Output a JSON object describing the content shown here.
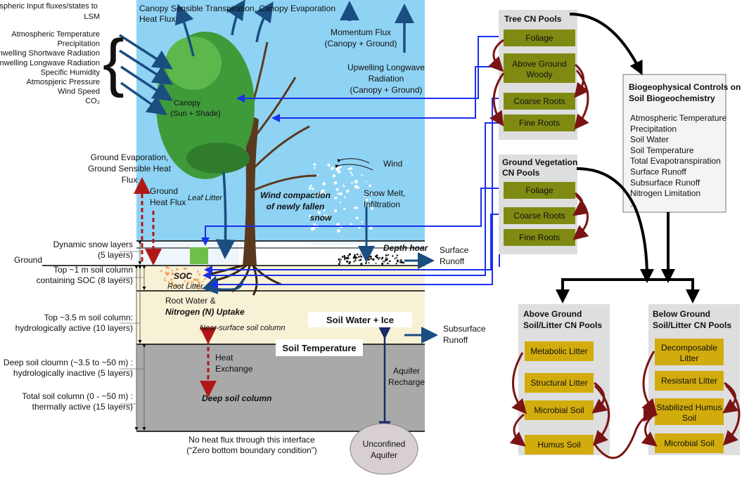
{
  "left": {
    "input_title": [
      "Atmospheric Input fluxes/states to",
      "LSM"
    ],
    "inputs": [
      "Atmospheric Temperature",
      "Precipitation",
      "Downwelling Shortwave Radiation",
      "Downwelling Longwave Radiation",
      "Specific Humidity",
      "Atmospjeric Pressure",
      "Wind Speed",
      "CO₂"
    ],
    "ground": "Ground",
    "layers": [
      [
        "Dynamic snow layers",
        "(5 layers)"
      ],
      [
        "Top ~1 m soil column",
        "containing SOC (8 layers)"
      ],
      [
        "Top ~3.5 m soil column:",
        "hydrologically active (10 layers)"
      ],
      [
        "Deep soil cloumn (~3.5 to ~50 m) :",
        "hydrologically inactive (5 layers)"
      ],
      [
        "Total soil column (0 - ~50 m) :",
        "thermally active (15 layers)"
      ]
    ],
    "bottom_note": [
      "No heat flux through this interface",
      "(“Zero bottom boundary condition”)"
    ]
  },
  "scene": {
    "canopy_sensible": [
      "Canopy Sensible",
      "Heat Flux"
    ],
    "transpiration": "Transpiration, Canopy Evaporation",
    "momentum": [
      "Momentum Flux",
      "(Canopy + Ground)"
    ],
    "longwave": [
      "Upwelling Longwave",
      "Radiation",
      "(Canopy + Ground)"
    ],
    "canopy": [
      "Canopy",
      "(Sun + Shade)"
    ],
    "ground_evap": [
      "Ground Evaporation,",
      "Ground Sensible Heat",
      "Flux"
    ],
    "ground_heat": [
      "Ground",
      "Heat Flux"
    ],
    "leaf_litter": "Leaf Litter",
    "wind": "Wind",
    "wind_compaction": [
      "Wind compaction",
      "of newly fallen",
      "snow"
    ],
    "snow_melt": [
      "Snow Melt,",
      "Infiltration"
    ],
    "depth_hoar": "Depth hoar",
    "surface_runoff": [
      "Surface",
      "Runoff"
    ],
    "soc": "SOC",
    "root_litter": "Root Litter",
    "root_water": [
      "Root Water &",
      "Nitrogen (N) Uptake"
    ],
    "near_surface": "Near-surface soil column",
    "soil_water_ice": "Soil Water + Ice",
    "subsurface_runoff": [
      "Subsurface",
      "Runoff"
    ],
    "soil_temperature": "Soil Temperature",
    "heat_exchange": [
      "Heat",
      "Exchange"
    ],
    "aquifer_recharge": [
      "Aquifer",
      "Recharge"
    ],
    "deep_soil": "Deep soil column",
    "unconfined_aquifer": [
      "Unconfined",
      "Aquifer"
    ]
  },
  "pools": {
    "tree_title": "Tree CN Pools",
    "tree": [
      "Foliage",
      [
        "Above Ground",
        "Woody"
      ],
      "Coarse Roots",
      "Fine Roots"
    ],
    "ground_title": [
      "Ground Vegetation",
      "CN Pools"
    ],
    "ground": [
      "Foliage",
      "Coarse Roots",
      "Fine Roots"
    ],
    "controls_title": [
      "Biogeophysical Controls on",
      "Soil Biogeochemistry"
    ],
    "controls": [
      "Atmospheric Temperature",
      "Precipitation",
      "Soil Water",
      "Soil Temperature",
      "Total Evapotranspiration",
      "Surface Runoff",
      "Subsurface Runoff",
      "Nitrogen Limitation",
      "..."
    ],
    "above_title": [
      "Above Ground",
      "Soil/Litter CN Pools"
    ],
    "above": [
      "Metabolic Litter",
      "Structural Litter",
      "Microbial Soil",
      "Humus Soil"
    ],
    "below_title": [
      "Below Ground",
      "Soil/Litter CN Pools"
    ],
    "below": [
      [
        "Decomposable",
        "Litter"
      ],
      "Resistant Litter",
      [
        "Stabilized Humus",
        "Soil"
      ],
      "Microbial Soil"
    ]
  },
  "colors": {
    "sky": "#8fd3f4",
    "soil_top": "#f7f1d6",
    "soil_deep": "#a9a9a9",
    "olive": "#7f8a12",
    "gold": "#d2ac0d",
    "panel": "#dedede",
    "blue_arrow": "#1a4d80",
    "red_arrow": "#7a1414",
    "bright_blue": "#1a2ff0"
  }
}
